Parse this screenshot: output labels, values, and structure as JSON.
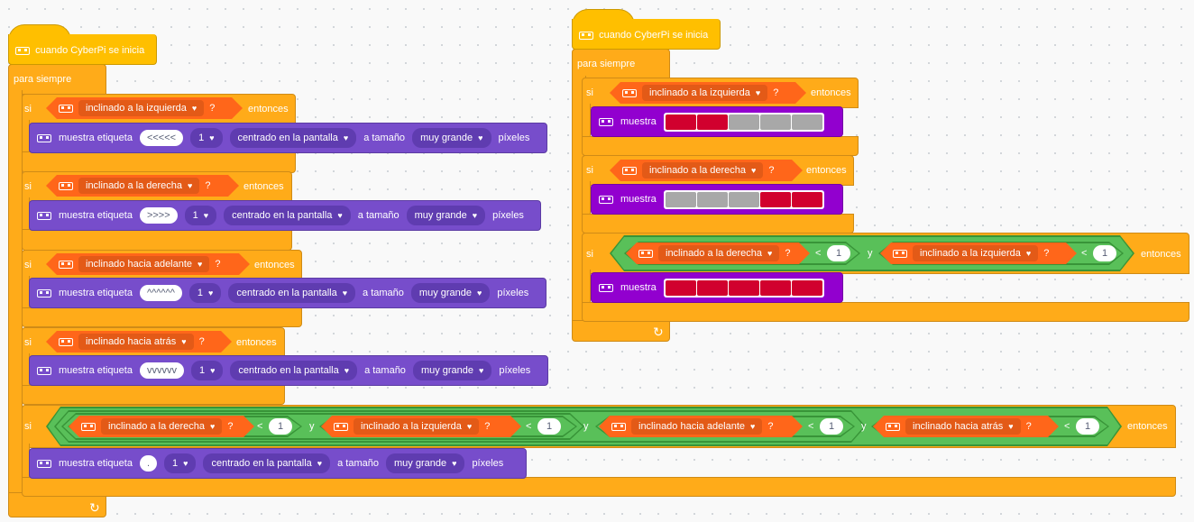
{
  "labels": {
    "hat": "cuando CyberPi se inicia",
    "forever": "para siempre",
    "si": "si",
    "entonces": "entonces",
    "y": "y",
    "q": "?",
    "lt": "<",
    "show_label": "muestra etiqueta",
    "centered": "centrado en la pantalla",
    "at_size": "a tamaño",
    "size": "muy grande",
    "pixels": "píxeles",
    "muestra": "muestra",
    "line_num": "1",
    "one": "1",
    "loop_arrow": "↻"
  },
  "tilts": {
    "left": "inclinado a la izquierda",
    "right": "inclinado a la derecha",
    "forward": "inclinado hacia adelante",
    "back": "inclinado hacia atrás"
  },
  "script1": {
    "texts": [
      "<<<<<",
      ">>>>",
      "^^^^^^",
      "vvvvvv",
      "."
    ]
  },
  "script2": {
    "led_rows": [
      [
        "red",
        "red",
        "gray",
        "gray",
        "gray"
      ],
      [
        "gray",
        "gray",
        "gray",
        "red",
        "red"
      ],
      [
        "red",
        "red",
        "red",
        "red",
        "red"
      ]
    ]
  },
  "colors": {
    "events": "#ffbf00",
    "control": "#ffab19",
    "sensing": "#ff661a",
    "operator": "#59c059",
    "display": "#774dcb",
    "led": "#9200cf"
  }
}
